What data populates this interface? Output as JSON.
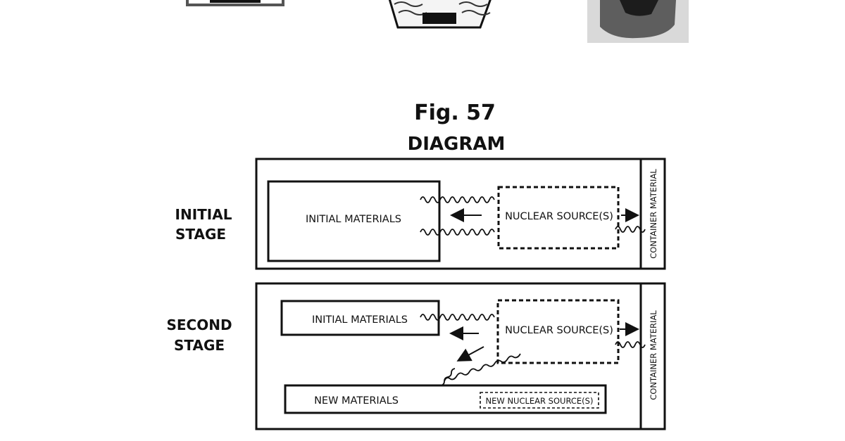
{
  "figure": {
    "number": "Fig. 57",
    "title": "DIAGRAM"
  },
  "initial_stage": {
    "label_line1": "INITIAL",
    "label_line2": "STAGE",
    "materials": "INITIAL MATERIALS",
    "source": "NUCLEAR SOURCE(S)",
    "container": "CONTAINER MATERIAL"
  },
  "second_stage": {
    "label_line1": "SECOND",
    "label_line2": "STAGE",
    "materials": "INITIAL MATERIALS",
    "source": "NUCLEAR SOURCE(S)",
    "new_materials": "NEW MATERIALS",
    "new_source": "NEW NUCLEAR SOURCE(S)",
    "container": "CONTAINER MATERIAL"
  }
}
